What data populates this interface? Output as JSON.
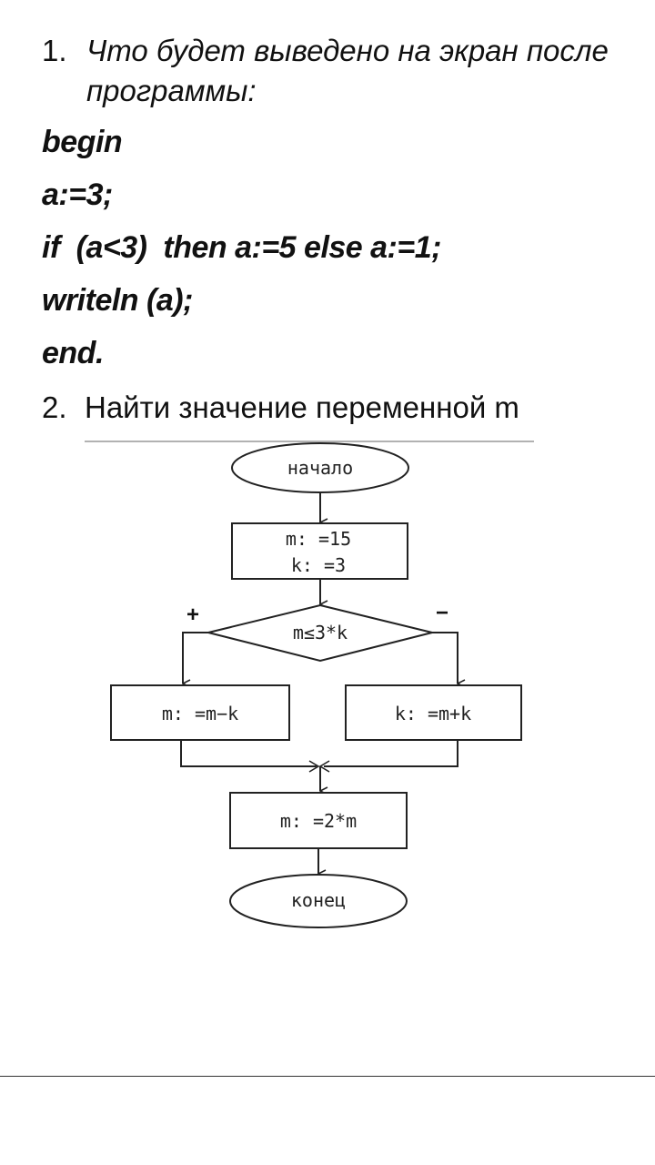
{
  "question1": {
    "number": "1.",
    "text_line1": "Что будет выведено на экран после",
    "text_line2": "программы:",
    "code_lines": [
      "begin",
      "a:=3;",
      "if  (a<3)  then a:=5 else a:=1;",
      "writeln (a);",
      "end."
    ]
  },
  "question2": {
    "number": "2.",
    "text": "Найти значение переменной m"
  },
  "flowchart": {
    "start": "начало",
    "init_line1": "m: =15",
    "init_line2": "k: =3",
    "condition": "m≤3*k",
    "yes_sign": "+",
    "no_sign": "−",
    "yes_branch": "m: =m−k",
    "no_branch": "k: =m+k",
    "final_assign": "m: =2*m",
    "end": "конец"
  }
}
